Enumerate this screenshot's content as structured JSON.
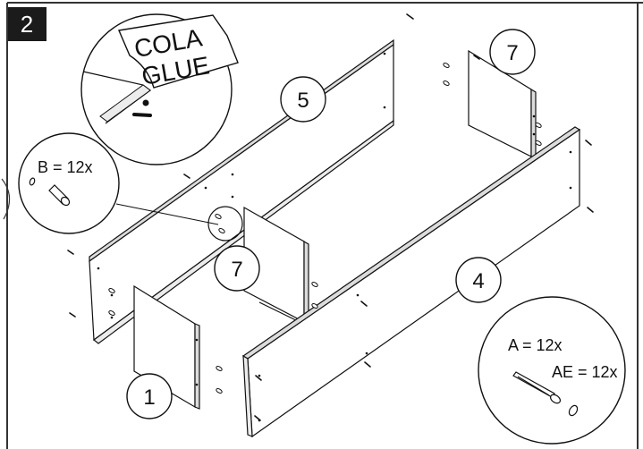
{
  "step": {
    "number": "2"
  },
  "callouts": {
    "glue_line1": "COLA",
    "glue_line2": "GLUE",
    "dowel_label": "B = 12x",
    "screw_label": "A = 12x",
    "cap_label": "AE = 12x"
  },
  "parts": {
    "part_5": "5",
    "part_7_back": "7",
    "part_7_front": "7",
    "part_4": "4",
    "part_1": "1"
  },
  "colors": {
    "line": "#111111",
    "panel_face": "#ffffff",
    "panel_edge": "#dcdcdc",
    "badge": "#1b1b1b",
    "frame": "#333333"
  }
}
